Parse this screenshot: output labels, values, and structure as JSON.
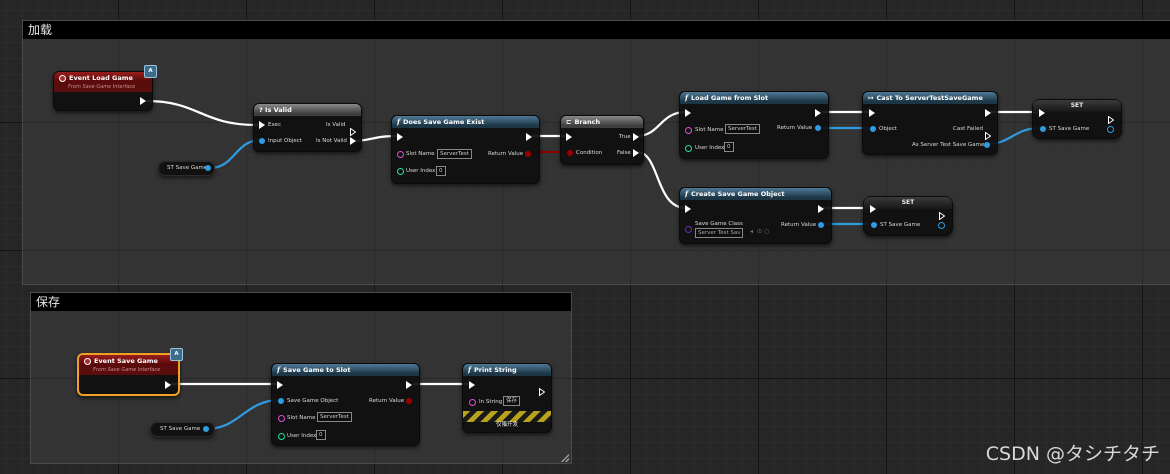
{
  "comments": {
    "load": "加载",
    "save": "保存"
  },
  "event_load": {
    "title": "Event Load Game",
    "subtitle": "From Save Game Interface"
  },
  "event_save": {
    "title": "Event Save Game",
    "subtitle": "From Save Game Interface"
  },
  "get_var": {
    "label": "ST Save Game"
  },
  "is_valid": {
    "title": "? Is Valid",
    "exec": "Exec",
    "input_object": "Input Object",
    "is_valid_out": "Is Valid",
    "is_not_valid": "Is Not Valid"
  },
  "does_exist": {
    "title": "Does Save Game Exist",
    "slot_name": "Slot Name",
    "slot_value": "ServerTest",
    "user_index": "User Index",
    "user_index_value": "0",
    "return_value": "Return Value"
  },
  "branch": {
    "title": "Branch",
    "condition": "Condition",
    "true_label": "True",
    "false_label": "False"
  },
  "load_slot": {
    "title": "Load Game from Slot",
    "slot_name": "Slot Name",
    "slot_value": "ServerTest",
    "user_index": "User Index",
    "user_index_value": "0",
    "return_value": "Return Value"
  },
  "cast": {
    "title": "Cast To ServerTestSaveGame",
    "object": "Object",
    "cast_failed": "Cast Failed",
    "as_label": "As Server Test Save Game"
  },
  "set": {
    "title": "SET",
    "var": "ST Save Game"
  },
  "create": {
    "title": "Create Save Game Object",
    "class_label": "Save Game Class",
    "class_value": "Server Test Sav",
    "return_value": "Return Value"
  },
  "save_slot": {
    "title": "Save Game to Slot",
    "save_object": "Save Game Object",
    "slot_name": "Slot Name",
    "slot_value": "ServerTest",
    "user_index": "User Index",
    "user_index_value": "0",
    "return_value": "Return Value"
  },
  "print": {
    "title": "Print String",
    "in_string": "In String",
    "in_string_value": "保存",
    "dev_only": "仅限开发"
  },
  "watermark": "CSDN @タシチタチ",
  "colors": {
    "exec": "#ffffff",
    "object": "#2f9be0",
    "string": "#e04fd8",
    "integer": "#22e0a8",
    "bool": "#9b0000",
    "class": "#6b2fb0",
    "selected": "#f0a022"
  }
}
